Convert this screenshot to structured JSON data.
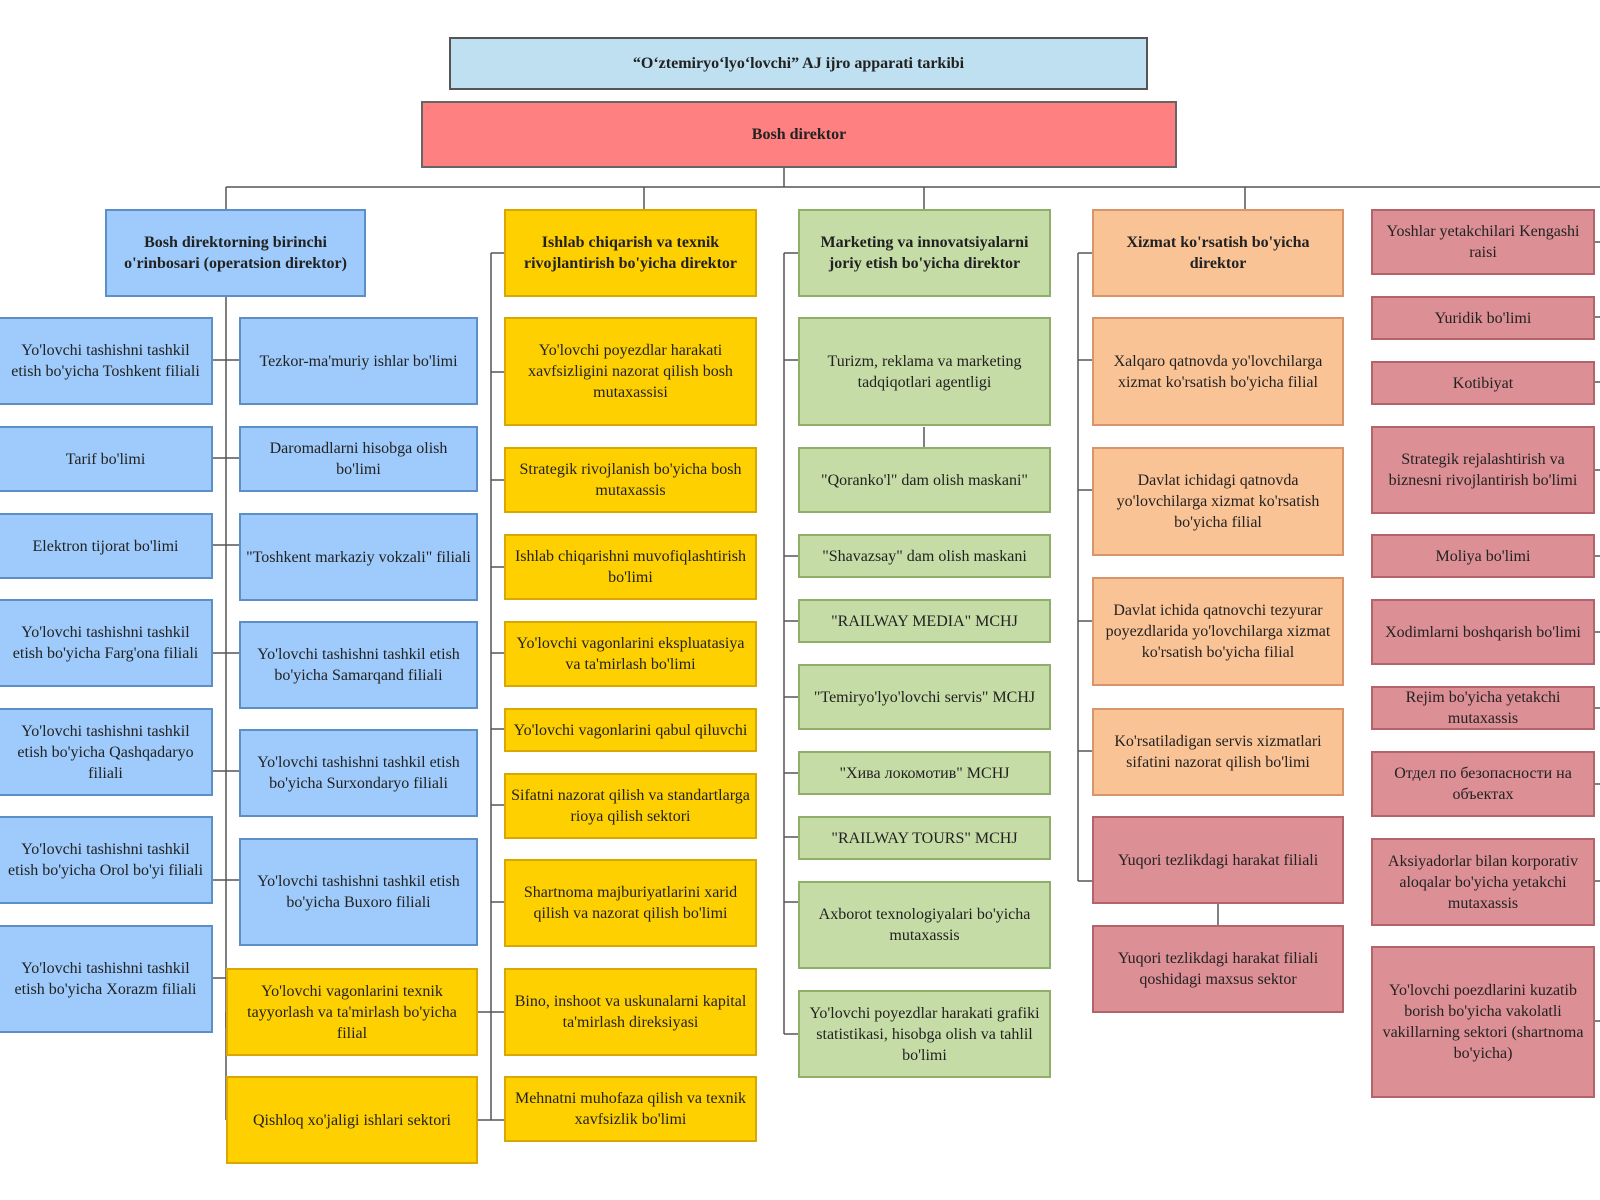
{
  "title": "“O‘ztemiryo‘lyo‘lovchi” AJ  ijro apparati tarkibi",
  "ceo": "Bosh direktor",
  "colors": {
    "title_bg": "#bfe0f0",
    "ceo_bg": "#ff8080",
    "operations": "#9ecbfb",
    "production": "#ffd000",
    "marketing": "#c6dca6",
    "service": "#fac396",
    "other": "#dc8f94",
    "connector": "#555555"
  },
  "operations": {
    "head": "Bosh direktorning birinchi o'rinbosari (operatsion direktor)",
    "left_column": [
      "Yo'lovchi tashishni tashkil etish bo'yicha Toshkent filiali",
      "Tarif bo'limi",
      "Elektron tijorat bo'limi",
      "Yo'lovchi tashishni tashkil etish bo'yicha Farg'ona filiali",
      "Yo'lovchi tashishni tashkil etish bo'yicha Qashqadaryo filiali",
      "Yo'lovchi tashishni tashkil etish bo'yicha Orol bo'yi filiali",
      "Yo'lovchi tashishni tashkil etish bo'yicha Xorazm filiali"
    ],
    "right_column": [
      "Tezkor-ma'muriy ishlar bo'limi",
      "Daromadlarni hisobga olish bo'limi",
      "\"Toshkent markaziy vokzali\" filiali",
      "Yo'lovchi tashishni tashkil etish bo'yicha Samarqand filiali",
      "Yo'lovchi tashishni tashkil etish bo'yicha Surxondaryo filiali",
      "Yo'lovchi tashishni tashkil etish bo'yicha Buxoro filiali"
    ],
    "extra": [
      "Yo'lovchi vagonlarini texnik tayyorlash va ta'mirlash bo'yicha filial",
      "Qishloq xo'jaligi ishlari sektori"
    ]
  },
  "production": {
    "head": "Ishlab chiqarish va texnik rivojlantirish bo'yicha direktor",
    "items": [
      "Yo'lovchi poyezdlar harakati xavfsizligini nazorat qilish bosh mutaxassisi",
      "Strategik rivojlanish bo'yicha bosh mutaxassis",
      "Ishlab chiqarishni muvofiqlashtirish bo'limi",
      "Yo'lovchi vagonlarini ekspluatasiya va ta'mirlash bo'limi",
      "Yo'lovchi vagonlarini qabul qiluvchi",
      "Sifatni nazorat qilish va standartlarga rioya qilish sektori",
      "Shartnoma majburiyatlarini xarid qilish va nazorat qilish bo'limi",
      "Bino, inshoot va uskunalarni kapital ta'mirlash direksiyasi",
      "Mehnatni muhofaza qilish va texnik xavfsizlik bo'limi"
    ]
  },
  "marketing": {
    "head": "Marketing va innovatsiyalarni joriy etish bo'yicha direktor",
    "items": [
      "Turizm, reklama va marketing tadqiqotlari agentligi",
      "\"Qoranko'l\" dam olish maskani\"",
      "\"Shavazsay\" dam olish maskani",
      "\"RAILWAY MEDIA\" MCHJ",
      "\"Temiryo'lyo'lovchi servis\" MCHJ",
      "\"Хива локомотив\" MCHJ",
      "\"RAILWAY TOURS\"  MCHJ",
      "Axborot texnologiyalari bo'yicha mutaxassis",
      "Yo'lovchi poyezdlar harakati grafiki statistikasi, hisobga olish va tahlil bo'limi"
    ]
  },
  "service": {
    "head": "Xizmat ko'rsatish  bo'yicha direktor",
    "items": [
      "Xalqaro qatnovda yo'lovchilarga xizmat ko'rsatish bo'yicha filial",
      "Davlat ichidagi qatnovda yo'lovchilarga xizmat ko'rsatish bo'yicha filial",
      "Davlat ichida qatnovchi tezyurar poyezdlarida yo'lovchilarga xizmat ko'rsatish bo'yicha filial",
      "Ko'rsatiladigan servis xizmatlari sifatini nazorat qilish bo'limi",
      "Yuqori tezlikdagi harakat filiali",
      "Yuqori tezlikdagi harakat filiali qoshidagi maxsus sektor"
    ]
  },
  "other": {
    "items": [
      "Yoshlar yetakchilari Kengashi raisi",
      "Yuridik bo'limi",
      "Kotibiyat",
      "Strategik rejalashtirish va biznesni rivojlantirish bo'limi",
      "Moliya bo'limi",
      "Xodimlarni boshqarish bo'limi",
      "Rejim bo'yicha yetakchi mutaxassis",
      "Отдел по безопасности на объектах",
      "Aksiyadorlar bilan korporativ aloqalar bo'yicha yetakchi mutaxassis",
      "Yo'lovchi poezdlarini kuzatib borish bo'yicha vakolatli vakillarning sektori (shartnoma bo'yicha)"
    ]
  }
}
